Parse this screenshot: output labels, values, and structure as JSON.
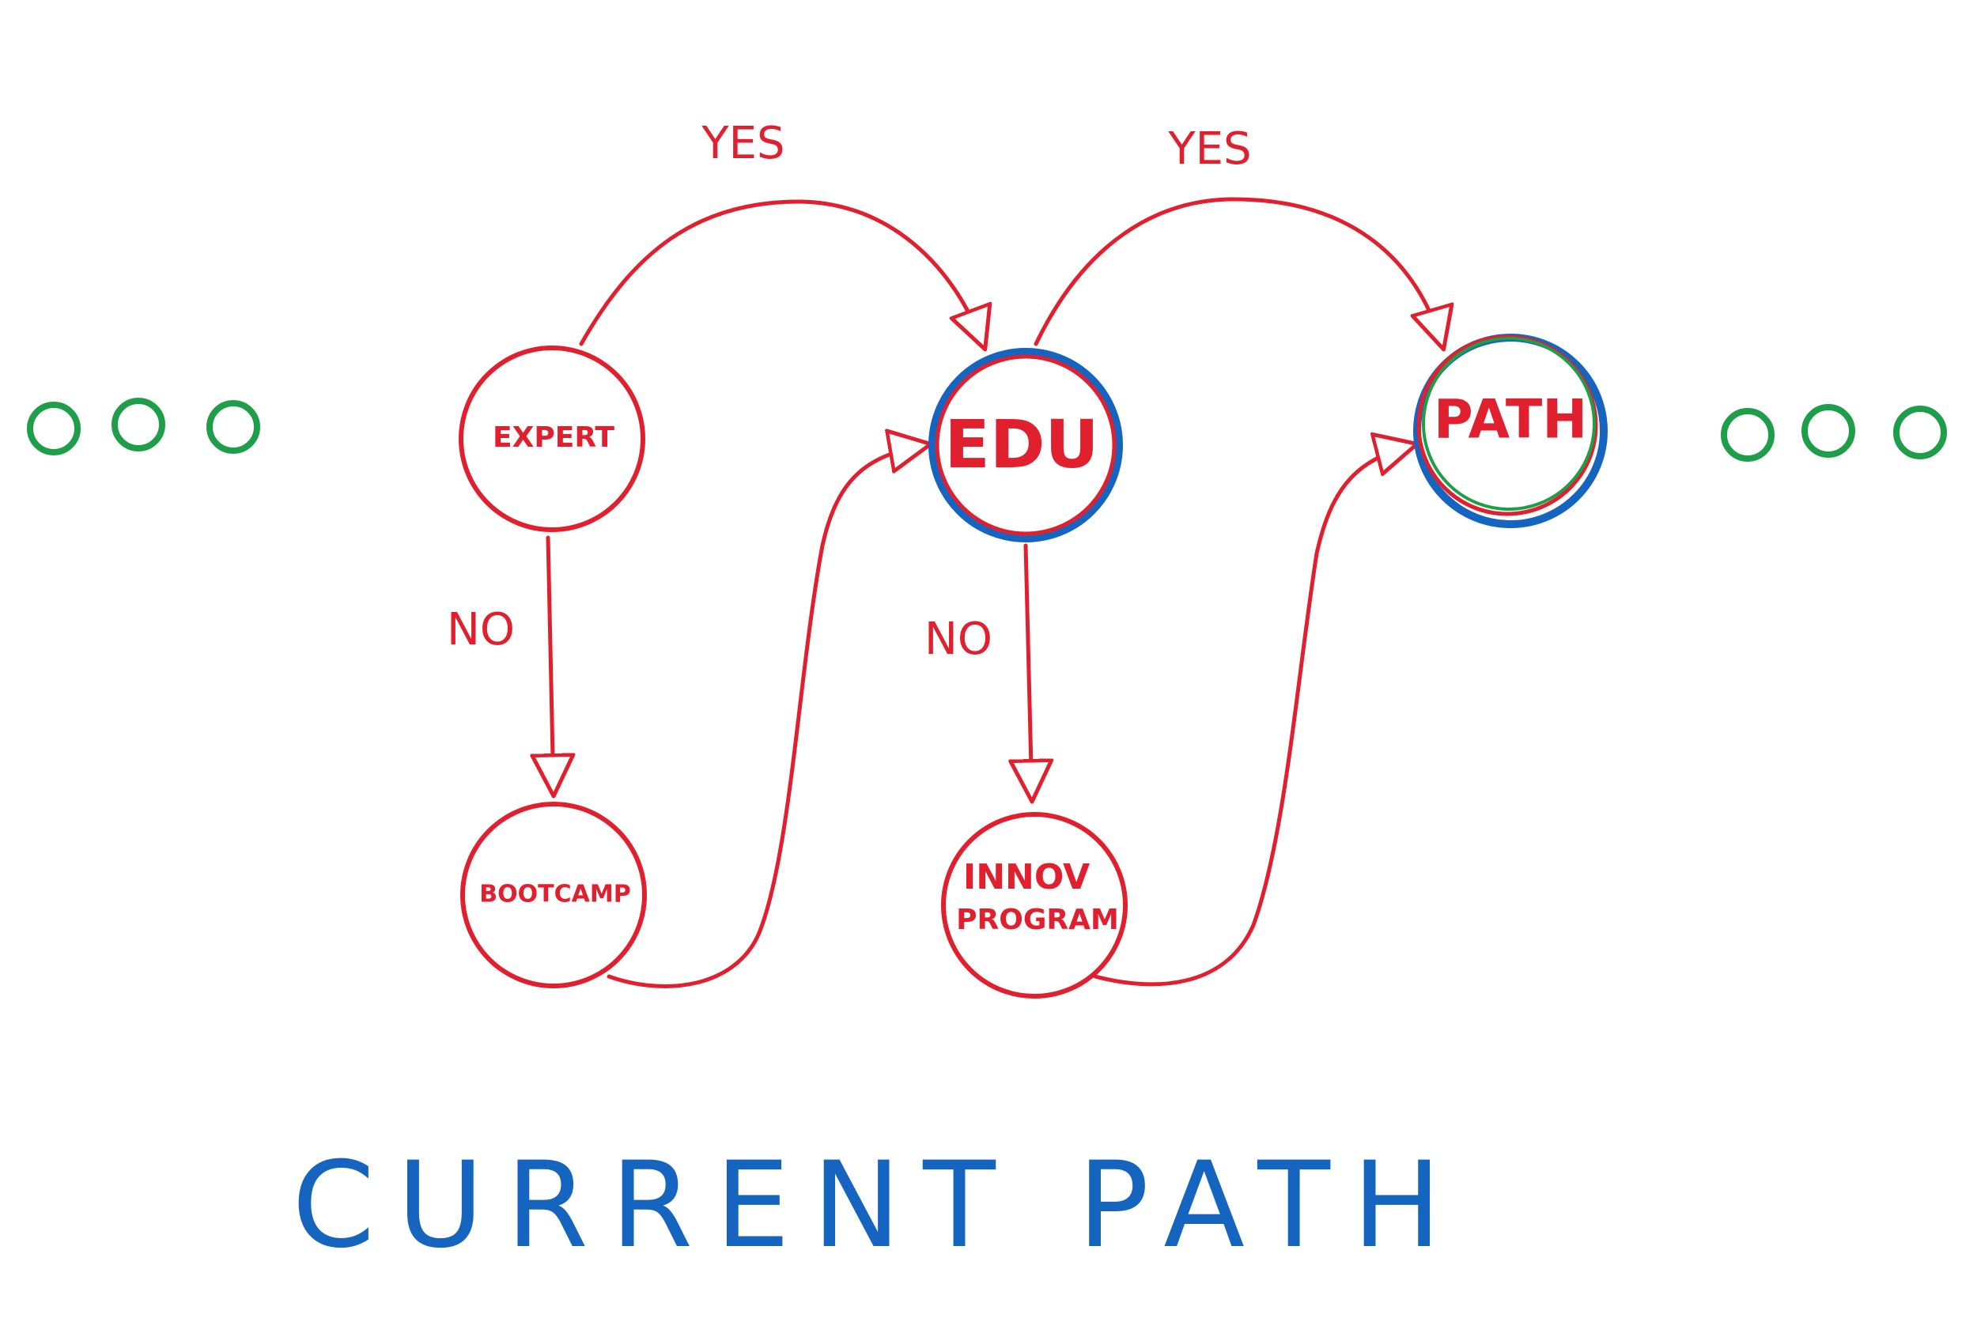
{
  "colors": {
    "flow": "#e0202e",
    "highlight": "#1565c0",
    "ellipsis": "#1e9e48",
    "title": "#1565c0"
  },
  "nodes": {
    "expert": "EXPERT",
    "edu": "EDU",
    "path": "PATH",
    "bootcamp": "BOOTCAMP",
    "innov_line1": "INNOV",
    "innov_line2": "PROGRAM"
  },
  "edges": {
    "expert_to_edu": "YES",
    "edu_to_path": "YES",
    "expert_to_bootcamp": "NO",
    "edu_to_innov": "NO"
  },
  "title": "CURRENT PATH",
  "ellipsis": {
    "left": "continuation-dots",
    "right": "continuation-dots"
  }
}
